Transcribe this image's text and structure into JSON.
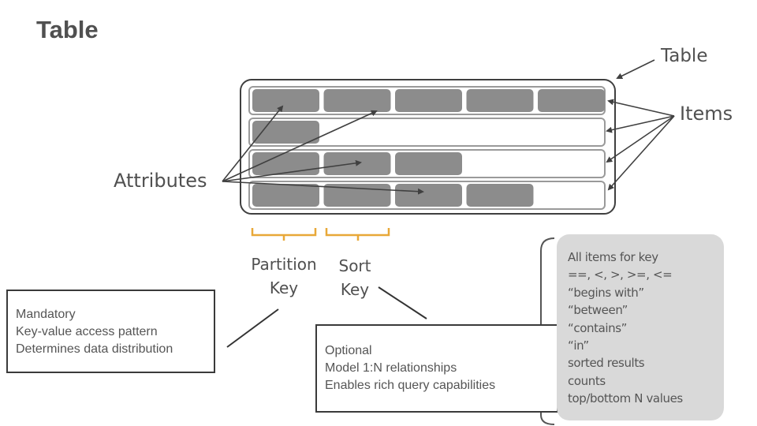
{
  "title": "Table",
  "labels": {
    "table": "Table",
    "items": "Items",
    "attributes": "Attributes",
    "partition_key": [
      "Partition",
      "Key"
    ],
    "sort_key": [
      "Sort",
      "Key"
    ]
  },
  "table_diagram": {
    "rows": [
      {
        "filled_cells": 5
      },
      {
        "filled_cells": 1
      },
      {
        "filled_cells": 3
      },
      {
        "filled_cells": 4
      }
    ],
    "max_cells": 5
  },
  "partition_key_box": {
    "lines": [
      "Mandatory",
      "Key-value access pattern",
      "Determines data distribution"
    ]
  },
  "sort_key_box": {
    "lines": [
      "Optional",
      "Model 1:N relationships",
      "Enables rich query capabilities"
    ]
  },
  "query_operators": {
    "lines": [
      "All items for key",
      "==, <, >, >=, <=",
      "“begins with”",
      "“between”",
      "“contains”",
      "“in”",
      "sorted results",
      "counts",
      "top/bottom N values"
    ]
  },
  "colors": {
    "cell_fill": "#8c8c8c",
    "bracket": "#e8a838",
    "ops_bg": "#d9d9d9",
    "text": "#505050"
  }
}
